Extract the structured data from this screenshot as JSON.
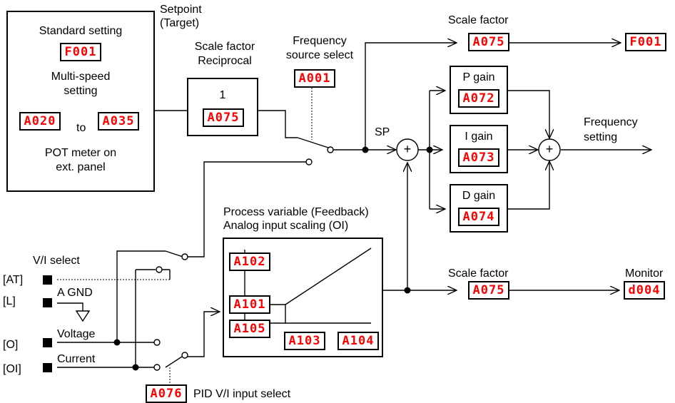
{
  "setpoint": {
    "label_line1": "Setpoint",
    "label_line2": "(Target)",
    "standard_setting": "Standard setting",
    "standard_code": "F001",
    "multi_speed_line1": "Multi-speed",
    "multi_speed_line2": "setting",
    "multi_from_code": "A020",
    "to_text": "to",
    "multi_to_code": "A035",
    "pot_line1": "POT meter on",
    "pot_line2": "ext. panel"
  },
  "reciprocal": {
    "label_line1": "Scale factor",
    "label_line2": "Reciprocal",
    "numerator": "1",
    "code": "A075"
  },
  "freq_source": {
    "label_line1": "Frequency",
    "label_line2": "source select",
    "code": "A001"
  },
  "top_scale": {
    "label": "Scale factor",
    "code": "A075",
    "output_code": "F001"
  },
  "sp_label": "SP",
  "p_gain": {
    "label": "P gain",
    "code": "A072"
  },
  "i_gain": {
    "label": "I gain",
    "code": "A073"
  },
  "d_gain": {
    "label": "D gain",
    "code": "A074"
  },
  "frequency_output": {
    "line1": "Frequency",
    "line2": "setting"
  },
  "sum_symbol": "+",
  "process": {
    "label_line1": "Process variable (Feedback)",
    "label_line2": "Analog input scaling (OI)",
    "code_a102": "A102",
    "code_a101": "A101",
    "code_a105": "A105",
    "code_a103": "A103",
    "code_a104": "A104"
  },
  "monitor": {
    "scale_label": "Scale factor",
    "scale_code": "A075",
    "label": "Monitor",
    "code": "d004"
  },
  "inputs": {
    "vi_select": "V/I select",
    "at": "[AT]",
    "l": "[L]",
    "agnd": "A GND",
    "o": "[O]",
    "voltage": "Voltage",
    "oi": "[OI]",
    "current": "Current"
  },
  "pid_select": {
    "code": "A076",
    "label": "PID V/I input select"
  }
}
